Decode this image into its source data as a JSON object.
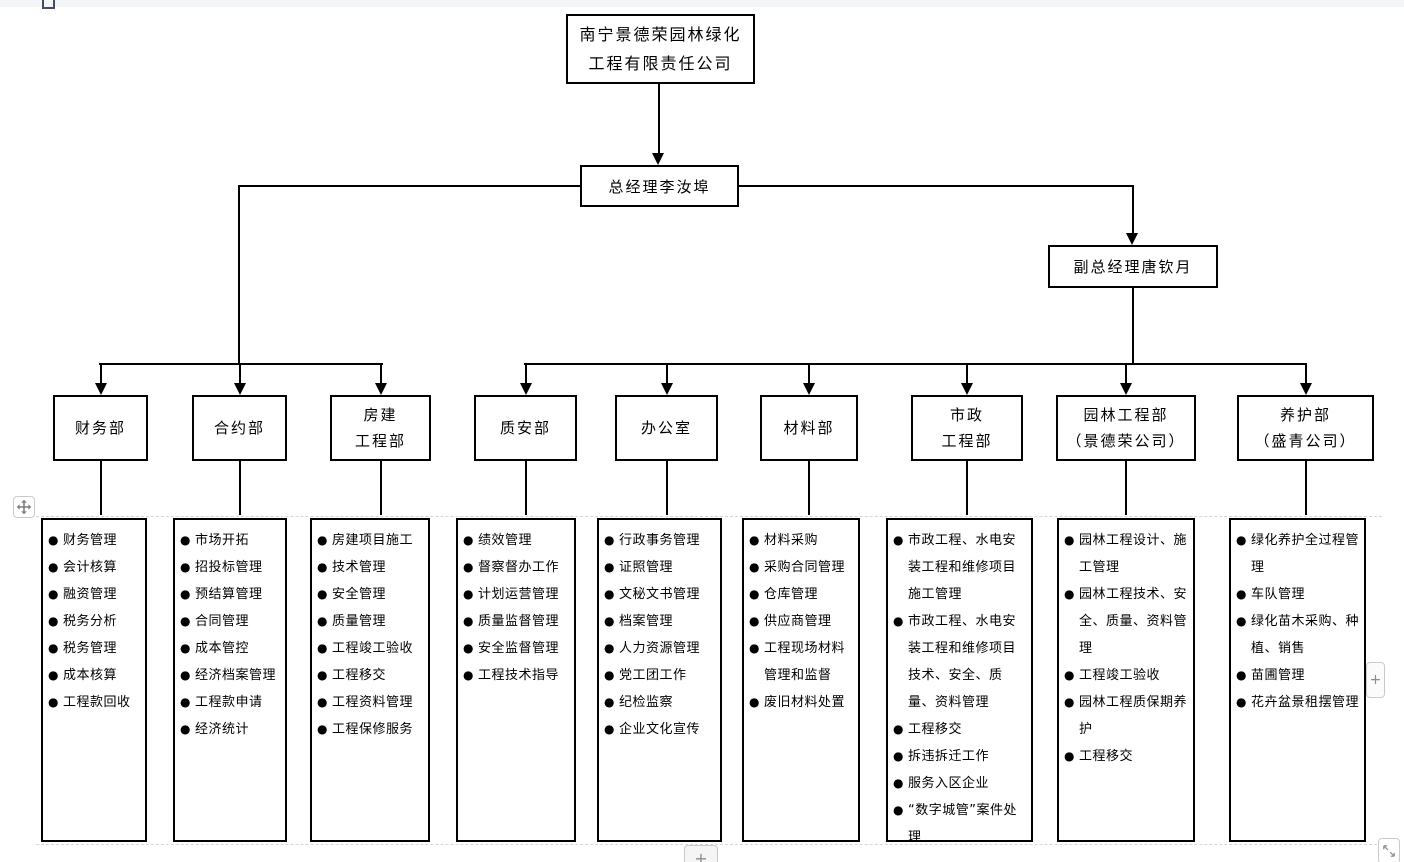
{
  "org": {
    "company": {
      "lines": [
        "南宁景德荣园林绿化",
        "工程有限责任公司"
      ]
    },
    "general_manager": {
      "label": "总经理李汝埠"
    },
    "deputy_manager": {
      "label": "副总经理唐钦月"
    },
    "bullet_char": "●",
    "departments": [
      {
        "name": "财务部",
        "name_lines": [
          "财务部"
        ],
        "duties": [
          "财务管理",
          "会计核算",
          "融资管理",
          "税务分析",
          "税务管理",
          "成本核算",
          "工程款回收"
        ]
      },
      {
        "name": "合约部",
        "name_lines": [
          "合约部"
        ],
        "duties": [
          "市场开拓",
          "招投标管理",
          "预结算管理",
          "合同管理",
          "成本管控",
          "经济档案管理",
          "工程款申请",
          "经济统计"
        ]
      },
      {
        "name": "房建工程部",
        "name_lines": [
          "房建",
          "工程部"
        ],
        "duties": [
          "房建项目施工",
          "技术管理",
          "安全管理",
          "质量管理",
          "工程竣工验收",
          "工程移交",
          "工程资料管理",
          "工程保修服务"
        ]
      },
      {
        "name": "质安部",
        "name_lines": [
          "质安部"
        ],
        "duties": [
          "绩效管理",
          "督察督办工作",
          "计划运营管理",
          "质量监督管理",
          "安全监督管理",
          "工程技术指导"
        ]
      },
      {
        "name": "办公室",
        "name_lines": [
          "办公室"
        ],
        "duties": [
          "行政事务管理",
          "证照管理",
          "文秘文书管理",
          "档案管理",
          "人力资源管理",
          "党工团工作",
          "纪检监察",
          "企业文化宣传"
        ]
      },
      {
        "name": "材料部",
        "name_lines": [
          "材料部"
        ],
        "duties": [
          "材料采购",
          "采购合同管理",
          "仓库管理",
          "供应商管理",
          "工程现场材料管理和监督",
          "废旧材料处置"
        ]
      },
      {
        "name": "市政工程部",
        "name_lines": [
          "市政",
          "工程部"
        ],
        "duties": [
          "市政工程、水电安装工程和维修项目施工管理",
          "市政工程、水电安装工程和维修项目技术、安全、质量、资料管理",
          "工程移交",
          "拆违拆迁工作",
          "服务入区企业",
          "“数字城管”案件处理"
        ]
      },
      {
        "name": "园林工程部（景德荣公司）",
        "name_lines": [
          "园林工程部",
          "（景德荣公司）"
        ],
        "duties": [
          "园林工程设计、施工管理",
          "园林工程技术、安全、质量、资料管理",
          "工程竣工验收",
          "园林工程质保期养护",
          "工程移交"
        ]
      },
      {
        "name": "养护部（盛青公司）",
        "name_lines": [
          "养护部",
          "（盛青公司）"
        ],
        "duties": [
          "绿化养护全过程管理",
          "车队管理",
          "绿化苗木采购、种植、销售",
          "苗圃管理",
          "花卉盆景租摆管理"
        ]
      }
    ]
  },
  "chrome": {
    "plus_right_label": "+",
    "plus_bottom_label": "+"
  }
}
